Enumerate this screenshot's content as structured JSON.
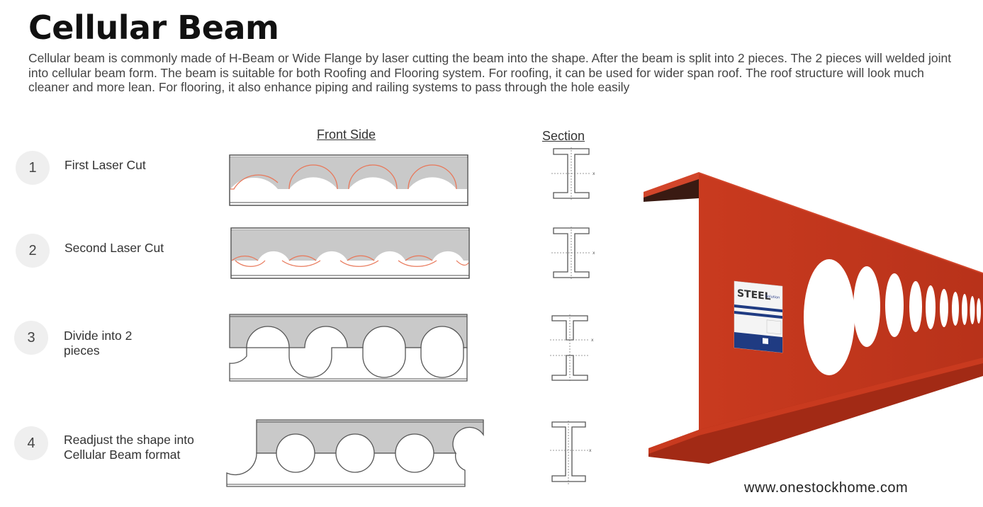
{
  "title": "Cellular Beam",
  "intro": "Cellular beam is commonly made of H-Beam or Wide Flange by laser cutting the beam into the shape. After the beam is split into 2 pieces. The 2 pieces will welded joint into cellular beam form. The beam is suitable for both Roofing and Flooring system. For roofing, it can be used for wider span roof. The roof structure will look much cleaner and more lean. For flooring, it also enhance piping and railing systems to pass through the hole easily",
  "columns": {
    "front": "Front Side",
    "section": "Section"
  },
  "steps": [
    {
      "number": "1",
      "label": "First Laser Cut"
    },
    {
      "number": "2",
      "label": "Second Laser Cut"
    },
    {
      "number": "3",
      "label": "Divide into 2 pieces"
    },
    {
      "number": "4",
      "label": "Readjust the shape into Cellular Beam format"
    }
  ],
  "section_axis_label": "x",
  "photo": {
    "sticker_brand": "STEEL",
    "sticker_sub": "Solution"
  },
  "website": "www.onestockhome.com",
  "colors": {
    "beam_fill": "#c9c9c9",
    "cut_line": "#e8785a",
    "beam_paint": "#c5381f",
    "beam_dark": "#8e2412",
    "outline": "#555555"
  }
}
